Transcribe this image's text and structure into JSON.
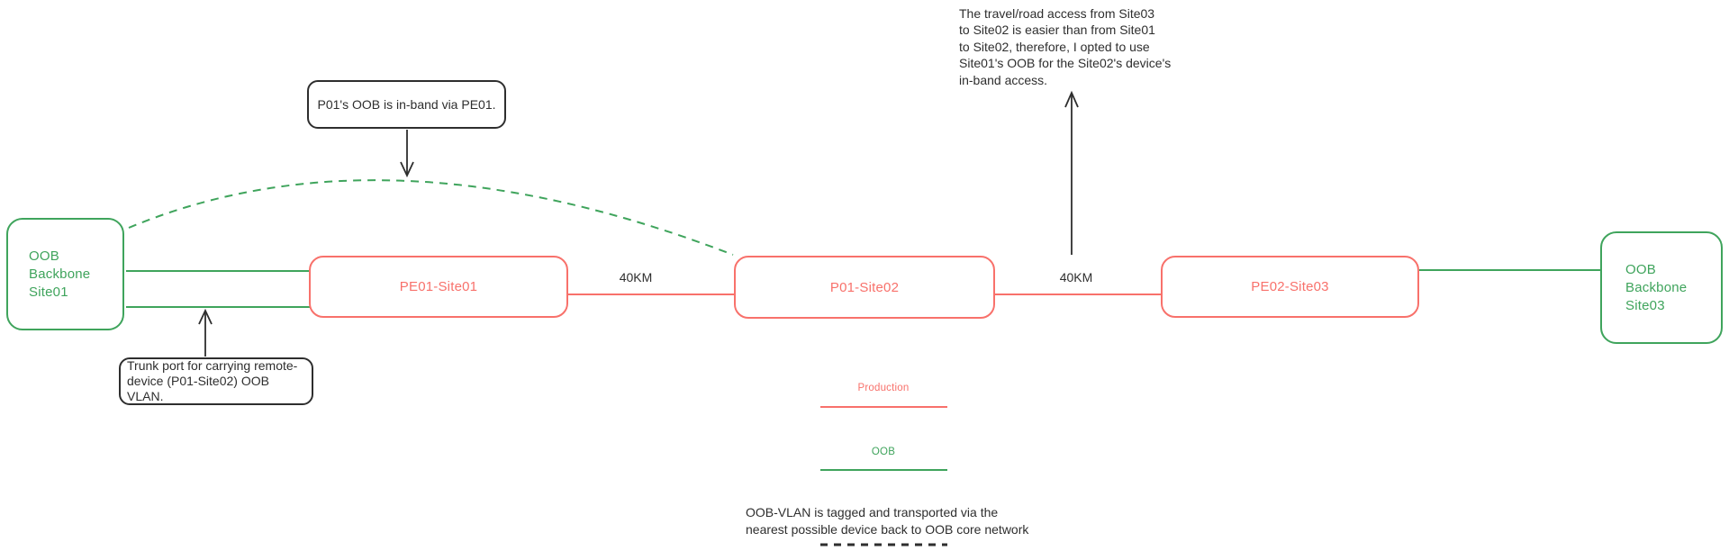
{
  "colors": {
    "oob_green": "#3fa45c",
    "production_red": "#f8716b",
    "ink_black": "#2e2e2e",
    "background": "#ffffff"
  },
  "nodes": {
    "oob_backbone_site01": {
      "lines": [
        "OOB Backbone",
        "Site01"
      ]
    },
    "pe01_site01": {
      "label": "PE01-Site01"
    },
    "p01_site02": {
      "label": "P01-Site02"
    },
    "pe02_site03": {
      "label": "PE02-Site03"
    },
    "oob_backbone_site03": {
      "lines": [
        "OOB Backbone",
        "Site03"
      ]
    }
  },
  "links": {
    "distance_pe01_p01": "40KM",
    "distance_p01_pe02": "40KM"
  },
  "callouts": {
    "inband_note": {
      "text": "P01's OOB is in-band via PE01."
    },
    "trunk_note": {
      "lines": [
        "Trunk port for carrying remote-",
        "device (P01-Site02) OOB VLAN."
      ]
    }
  },
  "notes": {
    "travel_access": {
      "lines": [
        "The travel/road access from Site03",
        "to Site02 is easier than from Site01",
        "to Site02, therefore, I opted to use",
        "Site01's OOB for the Site02's device's",
        "in-band access."
      ]
    },
    "oob_vlan": {
      "lines": [
        "OOB-VLAN is tagged and transported via the",
        "nearest possible device back to OOB core network"
      ]
    }
  },
  "legend": {
    "production_label": "Production",
    "oob_label": "OOB"
  }
}
